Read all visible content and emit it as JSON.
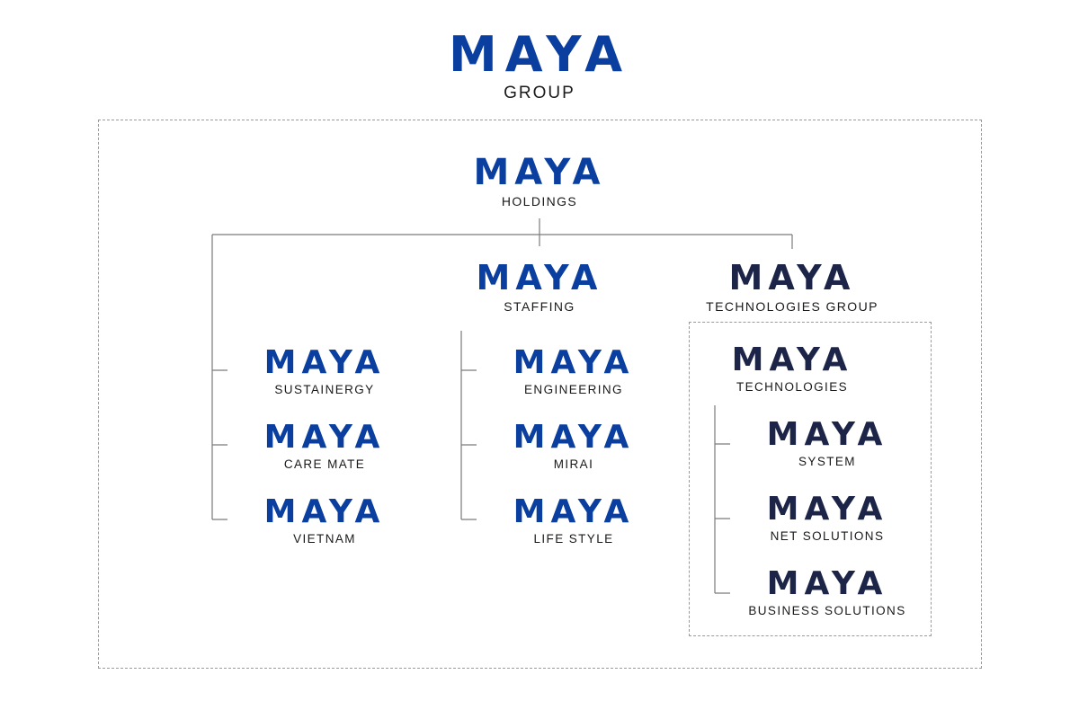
{
  "colors": {
    "blue": "#0a3fa0",
    "navy": "#1c2448",
    "connector": "#7a7a7a"
  },
  "top": {
    "word": "MAYA",
    "sub": "GROUP"
  },
  "holdings": {
    "word": "MAYA",
    "sub": "HOLDINGS"
  },
  "staffing": {
    "word": "MAYA",
    "sub": "STAFFING"
  },
  "tech_group": {
    "word": "MAYA",
    "sub": "TECHNOLOGIES GROUP"
  },
  "left_col": [
    {
      "word": "MAYA",
      "sub": "SUSTAINERGY"
    },
    {
      "word": "MAYA",
      "sub": "CARE MATE"
    },
    {
      "word": "MAYA",
      "sub": "VIETNAM"
    }
  ],
  "mid_col": [
    {
      "word": "MAYA",
      "sub": "ENGINEERING"
    },
    {
      "word": "MAYA",
      "sub": "MIRAI"
    },
    {
      "word": "MAYA",
      "sub": "LIFE STYLE"
    }
  ],
  "technologies": {
    "word": "MAYA",
    "sub": "TECHNOLOGIES"
  },
  "tech_col": [
    {
      "word": "MAYA",
      "sub": "SYSTEM"
    },
    {
      "word": "MAYA",
      "sub": "NET SOLUTIONS"
    },
    {
      "word": "MAYA",
      "sub": "BUSINESS SOLUTIONS"
    }
  ]
}
